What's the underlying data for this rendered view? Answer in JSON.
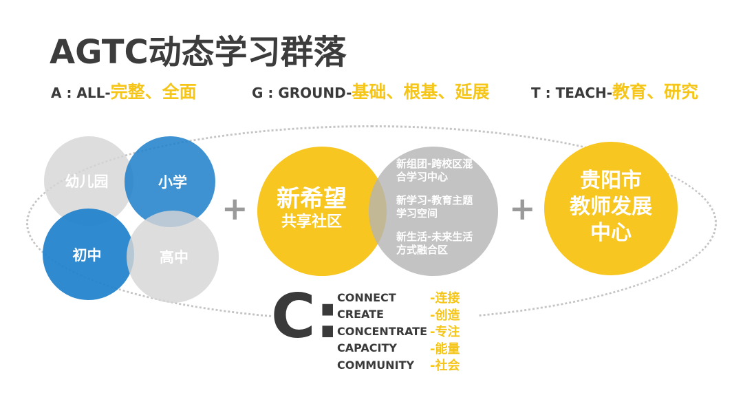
{
  "title": "AGTC动态学习群落",
  "definitions": [
    {
      "key": "A : ALL-",
      "value": "完整、全面"
    },
    {
      "key": "G : GROUND-",
      "value": "基础、根基、延展"
    },
    {
      "key": "T : TEACH-",
      "value": "教育、研究"
    }
  ],
  "school_circles": {
    "kindergarten": "幼儿园",
    "primary": "小学",
    "junior_high": "初中",
    "senior_high": "高中"
  },
  "plus_sign": "+",
  "community": {
    "name_line1": "新希望",
    "name_line2": "共享社区",
    "items": [
      {
        "line1": "新组团-跨校区混",
        "line2": "合学习中心"
      },
      {
        "line1": "新学习-教育主题",
        "line2": "学习空间"
      },
      {
        "line1": "新生活-未来生活",
        "line2": "方式融合区"
      }
    ]
  },
  "center": {
    "line1": "贵阳市",
    "line2": "教师发展",
    "line3": "中心"
  },
  "c_section": {
    "letter": "C:",
    "words": [
      {
        "en": "CONNECT",
        "zh": "-连接"
      },
      {
        "en": "CREATE",
        "zh": "-创造"
      },
      {
        "en": "CONCENTRATE",
        "zh": "-专注"
      },
      {
        "en": "CAPACITY",
        "zh": "-能量"
      },
      {
        "en": "COMMUNITY",
        "zh": "-社会"
      }
    ]
  },
  "colors": {
    "accent_yellow": "#f7c620",
    "accent_blue": "#1e80cb",
    "neutral_gray": "#d6d6d6",
    "text_dark": "#3a3a3a"
  }
}
